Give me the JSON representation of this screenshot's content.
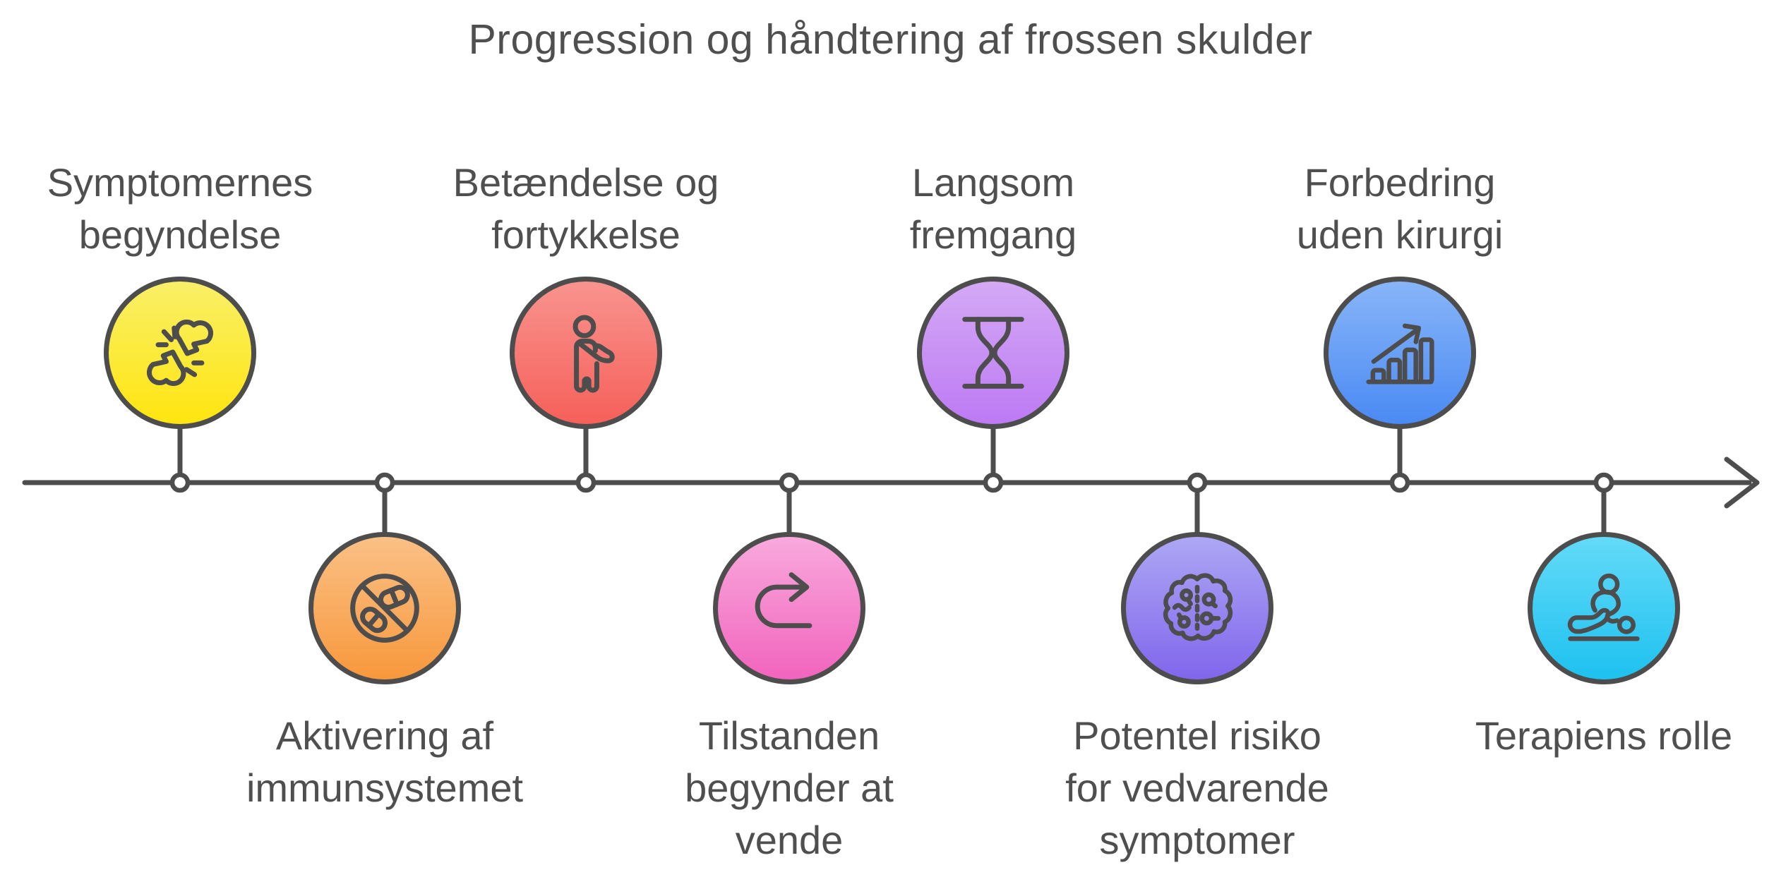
{
  "title": "Progression og håndtering af frossen skulder",
  "colors": {
    "outline_stroke": "#4d4d4d",
    "text": "#4f4f4f",
    "background": "#ffffff",
    "marker_fill": "#ffffff"
  },
  "timeline": {
    "type": "horizontal-arrow-left-to-right",
    "node_count": 8
  },
  "nodes": [
    {
      "label": "Symptomernes\nbegyndelse",
      "position": "above",
      "icon": "broken-bone-icon",
      "gradient_top": "#f9ef68",
      "gradient_bottom": "#ffe50f"
    },
    {
      "label": "Aktivering af\nimmunsystemet",
      "position": "below",
      "icon": "no-pills-icon",
      "gradient_top": "#fac085",
      "gradient_bottom": "#f8983c"
    },
    {
      "label": "Betændelse og\nfortykkelse",
      "position": "above",
      "icon": "arm-sling-icon",
      "gradient_top": "#f9938e",
      "gradient_bottom": "#f6605a"
    },
    {
      "label": "Tilstanden\nbegynder at\nvende",
      "position": "below",
      "icon": "u-turn-arrow-icon",
      "gradient_top": "#f9a9dd",
      "gradient_bottom": "#f164bd"
    },
    {
      "label": "Langsom\nfremgang",
      "position": "above",
      "icon": "hourglass-icon",
      "gradient_top": "#d4a9f5",
      "gradient_bottom": "#bd7af4"
    },
    {
      "label": "Potentel risiko\nfor vedvarende\nsymptomer",
      "position": "below",
      "icon": "ai-brain-icon",
      "gradient_top": "#ada7f4",
      "gradient_bottom": "#8166ec"
    },
    {
      "label": "Forbedring\nuden kirurgi",
      "position": "above",
      "icon": "growth-chart-icon",
      "gradient_top": "#88b5f8",
      "gradient_bottom": "#4a8af4"
    },
    {
      "label": "Terapiens rolle",
      "position": "below",
      "icon": "massage-therapy-icon",
      "gradient_top": "#63daf8",
      "gradient_bottom": "#1ec1f0"
    }
  ]
}
